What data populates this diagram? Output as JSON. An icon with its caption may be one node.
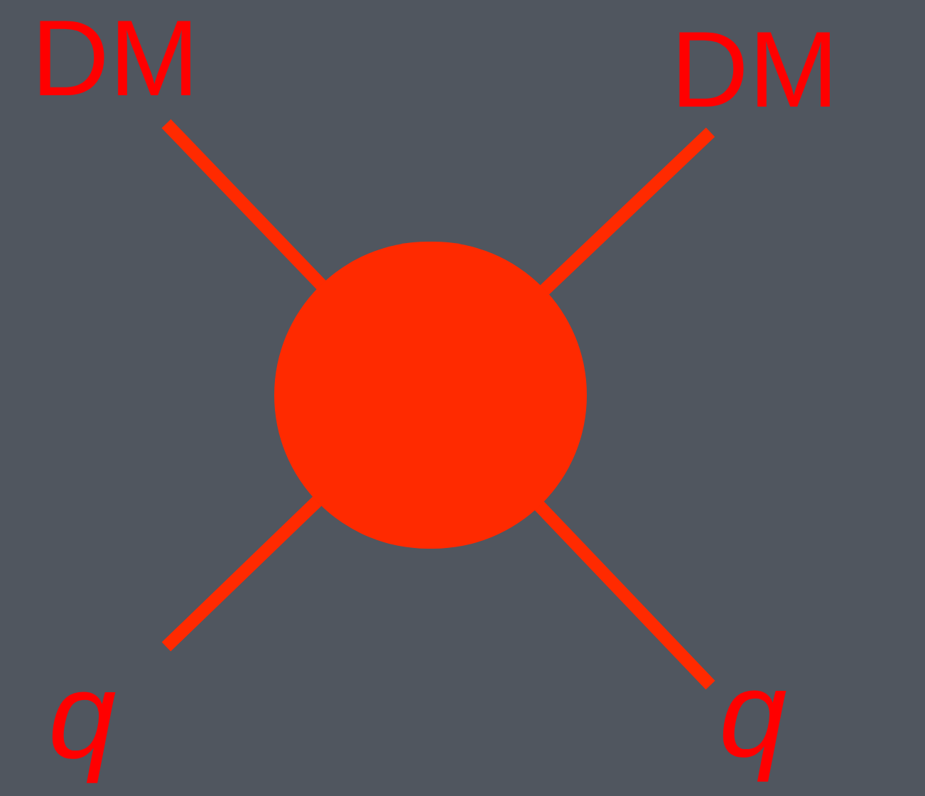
{
  "diagram": {
    "nodes": [
      {
        "text": [
          "DM"
        ]
      },
      {
        "text": [
          "DM"
        ]
      },
      {
        "text": [],
        "shape": "circle"
      },
      {
        "text": [
          "q"
        ]
      },
      {
        "text": [
          "q"
        ]
      }
    ],
    "edges": [
      {
        "from": 0,
        "to": 2,
        "arrow": "none"
      },
      {
        "from": 1,
        "to": 2,
        "arrow": "none"
      },
      {
        "from": 3,
        "to": 2,
        "arrow": "none"
      },
      {
        "from": 4,
        "to": 2,
        "arrow": "none"
      }
    ]
  }
}
